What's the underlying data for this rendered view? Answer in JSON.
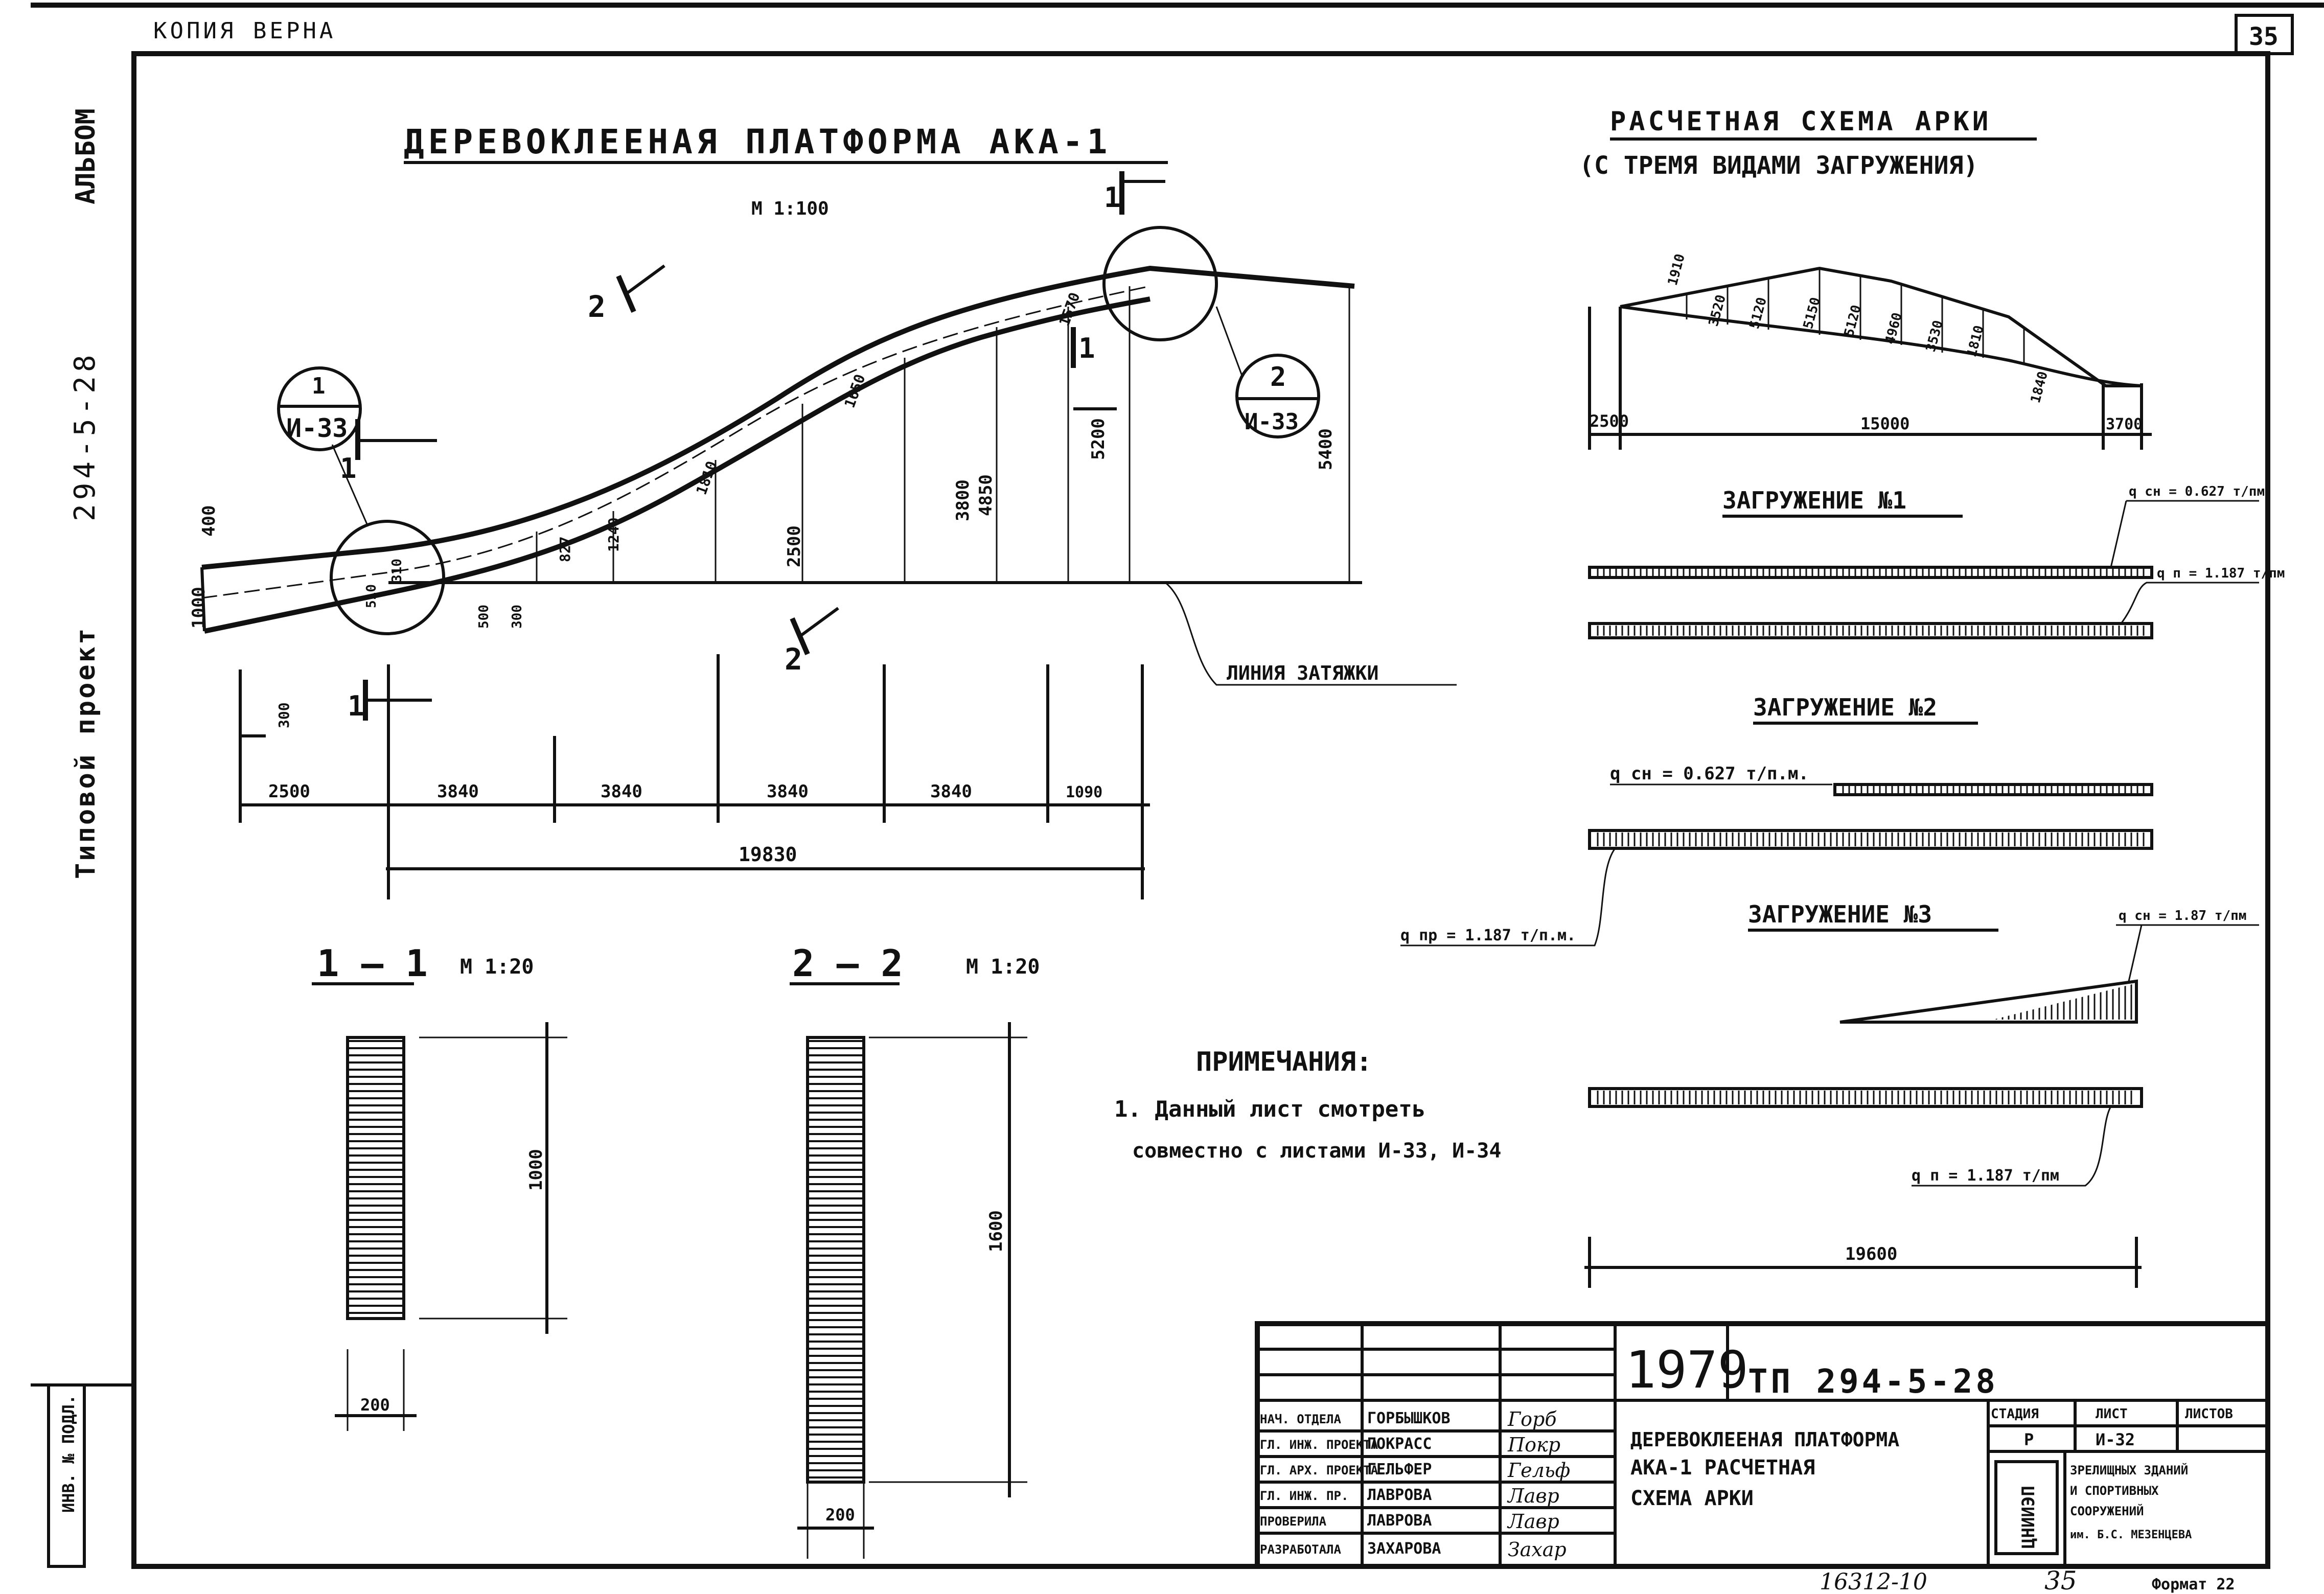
{
  "header": {
    "copy_label": "КОПИЯ ВЕРНА",
    "sheet_corner": "35"
  },
  "side": {
    "album": "АЛЬБОМ",
    "code": "294-5-28",
    "project": "Типовой проект",
    "inv": "ИНВ. № ПОДЛ."
  },
  "main": {
    "title": "ДЕРЕВОКЛЕЕНАЯ ПЛАТФОРМА АКА-1",
    "scale": "М 1:100",
    "marker_1": "1",
    "marker_2": "2",
    "callout1_num": "1",
    "callout1_ref": "И-33",
    "callout2_num": "2",
    "callout2_ref": "И-33",
    "tie_line": "ЛИНИЯ ЗАТЯЖКИ",
    "vertical_dims": [
      "400",
      "1000",
      "510",
      "310",
      "500",
      "300",
      "827",
      "1240",
      "2500",
      "3800",
      "4850",
      "5200",
      "5400",
      "1810",
      "1650",
      "1570"
    ],
    "bottom_dims": [
      "2500",
      "3840",
      "3840",
      "3840",
      "3840",
      "1090"
    ],
    "total_dim": "19830",
    "small_dim": "300"
  },
  "scheme": {
    "title": "РАСЧЕТНАЯ СХЕМА АРКИ",
    "subtitle": "(С ТРЕМЯ ВИДАМИ ЗАГРУЖЕНИЯ)",
    "load_labels": [
      "1910",
      "3520",
      "5120",
      "5150",
      "5120",
      "4960",
      "3530",
      "1810",
      "1840"
    ],
    "dims": [
      "2500",
      "15000",
      "3700"
    ],
    "case1": "ЗАГРУЖЕНИЕ №1",
    "case1_q1": "q сн = 0.627 т/пм",
    "case1_q2": "q п = 1.187 т/пм",
    "case2": "ЗАГРУЖЕНИЕ №2",
    "case2_q1": "q сн = 0.627 т/п.м.",
    "case2_q2": "q пр = 1.187 т/п.м.",
    "case3": "ЗАГРУЖЕНИЕ №3",
    "case3_q1": "q сн = 1.87 т/пм",
    "case3_q2": "q п = 1.187 т/пм",
    "span": "19600"
  },
  "sections": {
    "s1_label": "1 — 1",
    "s1_scale": "М 1:20",
    "s1_height": "1000",
    "s1_width": "200",
    "s2_label": "2 — 2",
    "s2_scale": "М 1:20",
    "s2_height": "1600",
    "s2_width": "200"
  },
  "notes": {
    "heading": "ПРИМЕЧАНИЯ:",
    "line1": "1. Данный лист смотреть",
    "line2": "совместно с листами И-33, И-34"
  },
  "stamp": {
    "year": "1979",
    "code": "ТП 294-5-28",
    "roles": [
      "НАЧ. ОТДЕЛА",
      "ГЛ. ИНЖ. ПРОЕКТА",
      "ГЛ. АРХ. ПРОЕКТА",
      "ГЛ. ИНЖ. ПР.",
      "ПРОВЕРИЛА",
      "РАЗРАБОТАЛА"
    ],
    "names": [
      "ГОРБЫШКОВ",
      "ПОКРАСС",
      "ГЕЛЬФЕР",
      "ЛАВРОВА",
      "ЛАВРОВА",
      "ЗАХАРОВА"
    ],
    "signatures": [
      "Горб",
      "Покр",
      "Гельф",
      "Лавр",
      "Лавр",
      "Захар"
    ],
    "description_1": "ДЕРЕВОКЛЕЕНАЯ ПЛАТФОРМА",
    "description_2": "АКА-1 РАСЧЕТНАЯ",
    "description_3": "СХЕМА АРКИ",
    "stage_h": "СТАДИЯ",
    "sheet_h": "ЛИСТ",
    "sheets_h": "ЛИСТОВ",
    "stage": "Р",
    "sheet": "И-32",
    "logo": "ЦНИИЭП",
    "org_1": "ЗРЕЛИЩНЫХ ЗДАНИЙ",
    "org_2": "И СПОРТИВНЫХ",
    "org_3": "СООРУЖЕНИЙ",
    "org_4": "им. Б.С. МЕЗЕНЦЕВА"
  },
  "footer": {
    "archive": "16312-10",
    "page": "35",
    "format": "Формат 22"
  }
}
